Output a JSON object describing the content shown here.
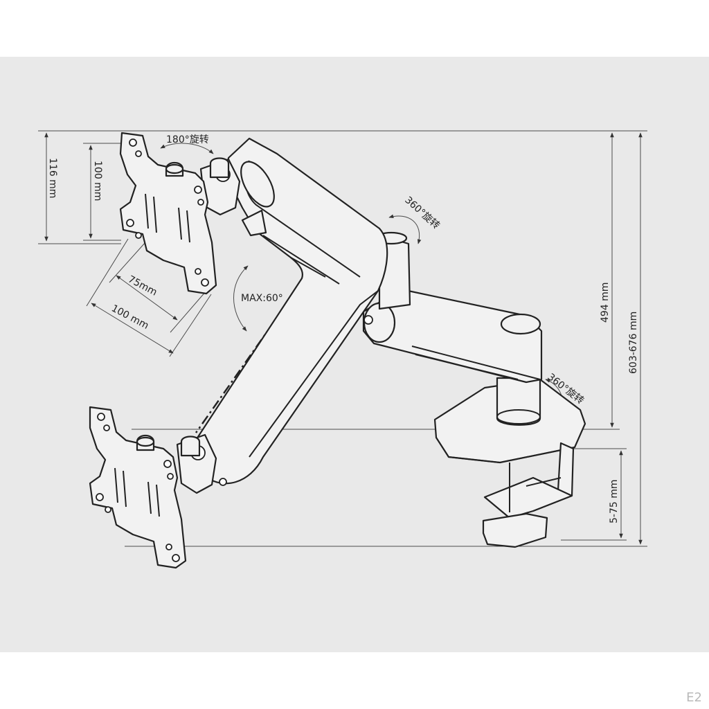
{
  "labels": {
    "rot_180": "180°旋转",
    "rot_360_arm": "360°旋转",
    "rot_360_base": "360°旋转",
    "max_tilt": "MAX:60°",
    "vesa_75": "75mm",
    "vesa_100": "100 mm",
    "plate_height": "116 mm",
    "vesa_100_v": "100 mm",
    "height_494": "494 mm",
    "height_total": "603-676 mm",
    "clamp_range": "5-75 mm"
  },
  "watermark": "E2",
  "colors": {
    "panel": "#e9e9e9",
    "ink": "#222222",
    "dimension": "#4a4a4a"
  }
}
